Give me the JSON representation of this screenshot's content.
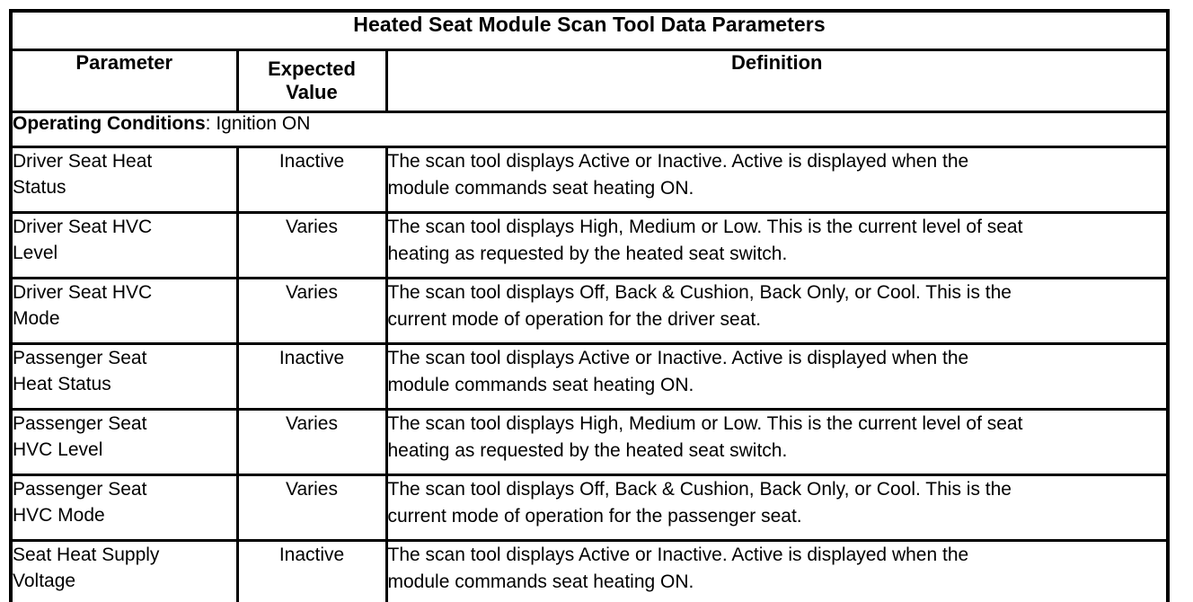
{
  "table": {
    "title": "Heated Seat Module Scan Tool Data Parameters",
    "columns": {
      "parameter": "Parameter",
      "expected_value_line1": "Expected",
      "expected_value_line2": "Value",
      "definition": "Definition"
    },
    "operating_conditions": {
      "label": "Operating Conditions",
      "separator": ":",
      "value": "Ignition ON",
      "full_text": "Operating Conditions: Ignition ON"
    },
    "rows": [
      {
        "parameter_line1": "Driver Seat Heat",
        "parameter_line2": "Status",
        "expected_value": "Inactive",
        "definition_line1": "The scan tool displays Active or Inactive. Active is displayed when the",
        "definition_line2": "module commands seat heating ON."
      },
      {
        "parameter_line1": "Driver Seat HVC",
        "parameter_line2": "Level",
        "expected_value": "Varies",
        "definition_line1": "The scan tool displays High, Medium or Low. This is the current level of seat",
        "definition_line2": "heating as requested by the heated seat switch."
      },
      {
        "parameter_line1": "Driver Seat HVC",
        "parameter_line2": "Mode",
        "expected_value": "Varies",
        "definition_line1": "The scan tool displays Off, Back & Cushion, Back Only, or Cool. This is the",
        "definition_line2": "current mode of operation for the driver seat."
      },
      {
        "parameter_line1": "Passenger Seat",
        "parameter_line2": "Heat Status",
        "expected_value": "Inactive",
        "definition_line1": "The scan tool displays Active or Inactive. Active is displayed when the",
        "definition_line2": "module commands seat heating ON."
      },
      {
        "parameter_line1": "Passenger Seat",
        "parameter_line2": "HVC Level",
        "expected_value": "Varies",
        "definition_line1": "The scan tool displays High, Medium or Low. This is the current level of seat",
        "definition_line2": "heating as requested by the heated seat switch."
      },
      {
        "parameter_line1": "Passenger Seat",
        "parameter_line2": "HVC Mode",
        "expected_value": "Varies",
        "definition_line1": "The scan tool displays Off, Back & Cushion, Back Only, or Cool. This is the",
        "definition_line2": "current mode of operation for the passenger seat."
      },
      {
        "parameter_line1": "Seat Heat Supply",
        "parameter_line2": "Voltage",
        "expected_value": "Inactive",
        "definition_line1": "The scan tool displays Active or Inactive. Active is displayed when the",
        "definition_line2": "module commands seat heating ON."
      }
    ]
  },
  "colors": {
    "border": "#000000",
    "text": "#000000",
    "background": "#ffffff"
  }
}
